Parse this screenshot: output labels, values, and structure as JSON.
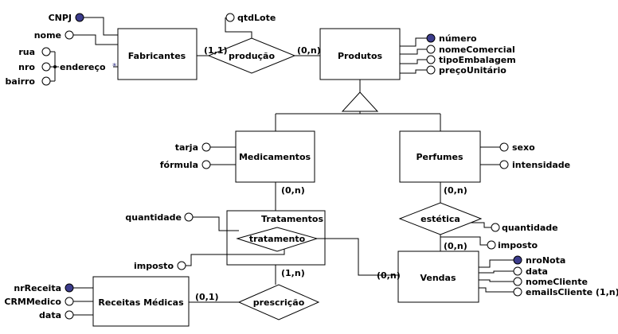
{
  "colors": {
    "line": "#000000",
    "background": "#ffffff",
    "key_attribute": "#3c3c8c"
  },
  "entities": {
    "fabricantes": "Fabricantes",
    "produtos": "Produtos",
    "medicamentos": "Medicamentos",
    "perfumes": "Perfumes",
    "receitas": "Receitas Médicas",
    "vendas": "Vendas",
    "tratamentos": "Tratamentos"
  },
  "relationships": {
    "producao": "produção",
    "estetica": "estética",
    "tratamento": "tratamento",
    "prescricao": "prescrição"
  },
  "cardinalities": {
    "fab_producao": "(1,1)",
    "producao_prod": "(0,n)",
    "med_trat": "(0,n)",
    "perf_estetica": "(0,n)",
    "estetica_vendas": "(0,n)",
    "trat_vendas": "(0,n)",
    "trat_prescricao": "(1,n)",
    "receitas_prescricao": "(0,1)"
  },
  "attributes": {
    "cnpj": "CNPJ",
    "nome": "nome",
    "endereco": "endereço",
    "rua": "rua",
    "nro": "nro",
    "bairro": "bairro",
    "qtdLote": "qtdLote",
    "numero": "número",
    "nomeComercial": "nomeComercial",
    "tipoEmbalagem": "tipoEmbalagem",
    "precoUnitario": "preçoUnitário",
    "tarja": "tarja",
    "formula": "fórmula",
    "sexo": "sexo",
    "intensidade": "intensidade",
    "quantidade_estetica": "quantidade",
    "imposto_estetica": "imposto",
    "quantidade_trat": "quantidade",
    "imposto_trat": "imposto",
    "nroNota": "nroNota",
    "data_vendas": "data",
    "nomeCliente": "nomeCliente",
    "emailsCliente": "emailsCliente (1,n)",
    "nrReceita": "nrReceita",
    "crmMedico": "CRMMedico",
    "data_receita": "data"
  }
}
